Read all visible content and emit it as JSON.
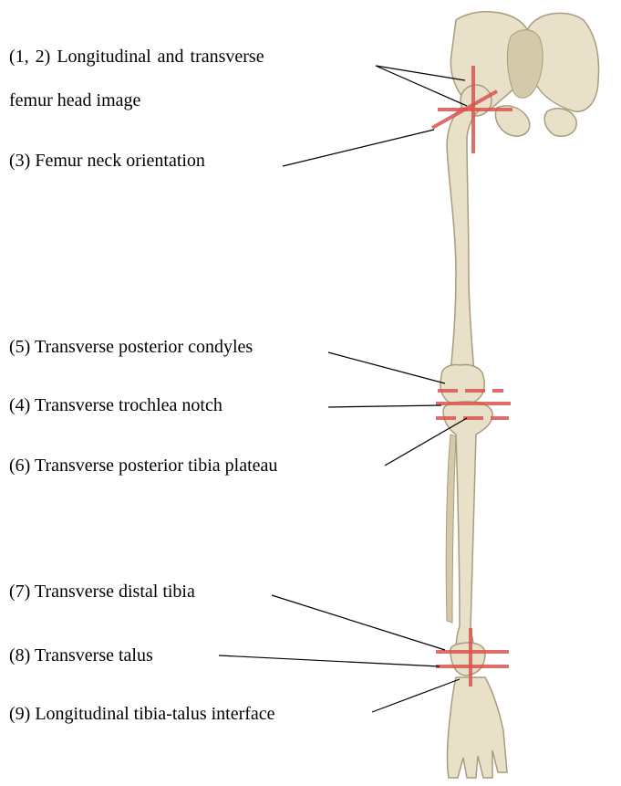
{
  "labels": {
    "l1": "(1, 2)  Longitudinal   and   transverse",
    "l1b": "femur head image",
    "l3": "(3) Femur neck orientation",
    "l5": "(5) Transverse posterior condyles",
    "l4": "(4) Transverse trochlea notch",
    "l6": "(6) Transverse posterior tibia plateau",
    "l7": "(7) Transverse distal tibia",
    "l8": "(8) Transverse talus",
    "l9": "(9) Longitudinal tibia-talus interface"
  },
  "colors": {
    "marker": "#d9534f",
    "bone": "#e8e0c8"
  }
}
